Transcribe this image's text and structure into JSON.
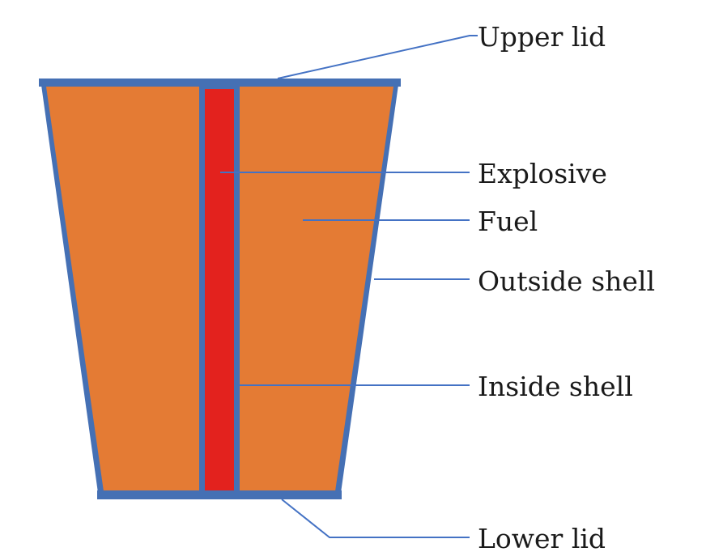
{
  "diagram": {
    "labels": {
      "upper_lid": "Upper lid",
      "explosive": "Explosive",
      "fuel": "Fuel",
      "outside_shell": "Outside shell",
      "inside_shell": "Inside shell",
      "lower_lid": "Lower lid"
    },
    "colors": {
      "fuel": "#E47B34",
      "explosive": "#E3221E",
      "shell": "#4570B4",
      "leader_line": "#4472C4",
      "text": "#1a1a1a"
    }
  }
}
